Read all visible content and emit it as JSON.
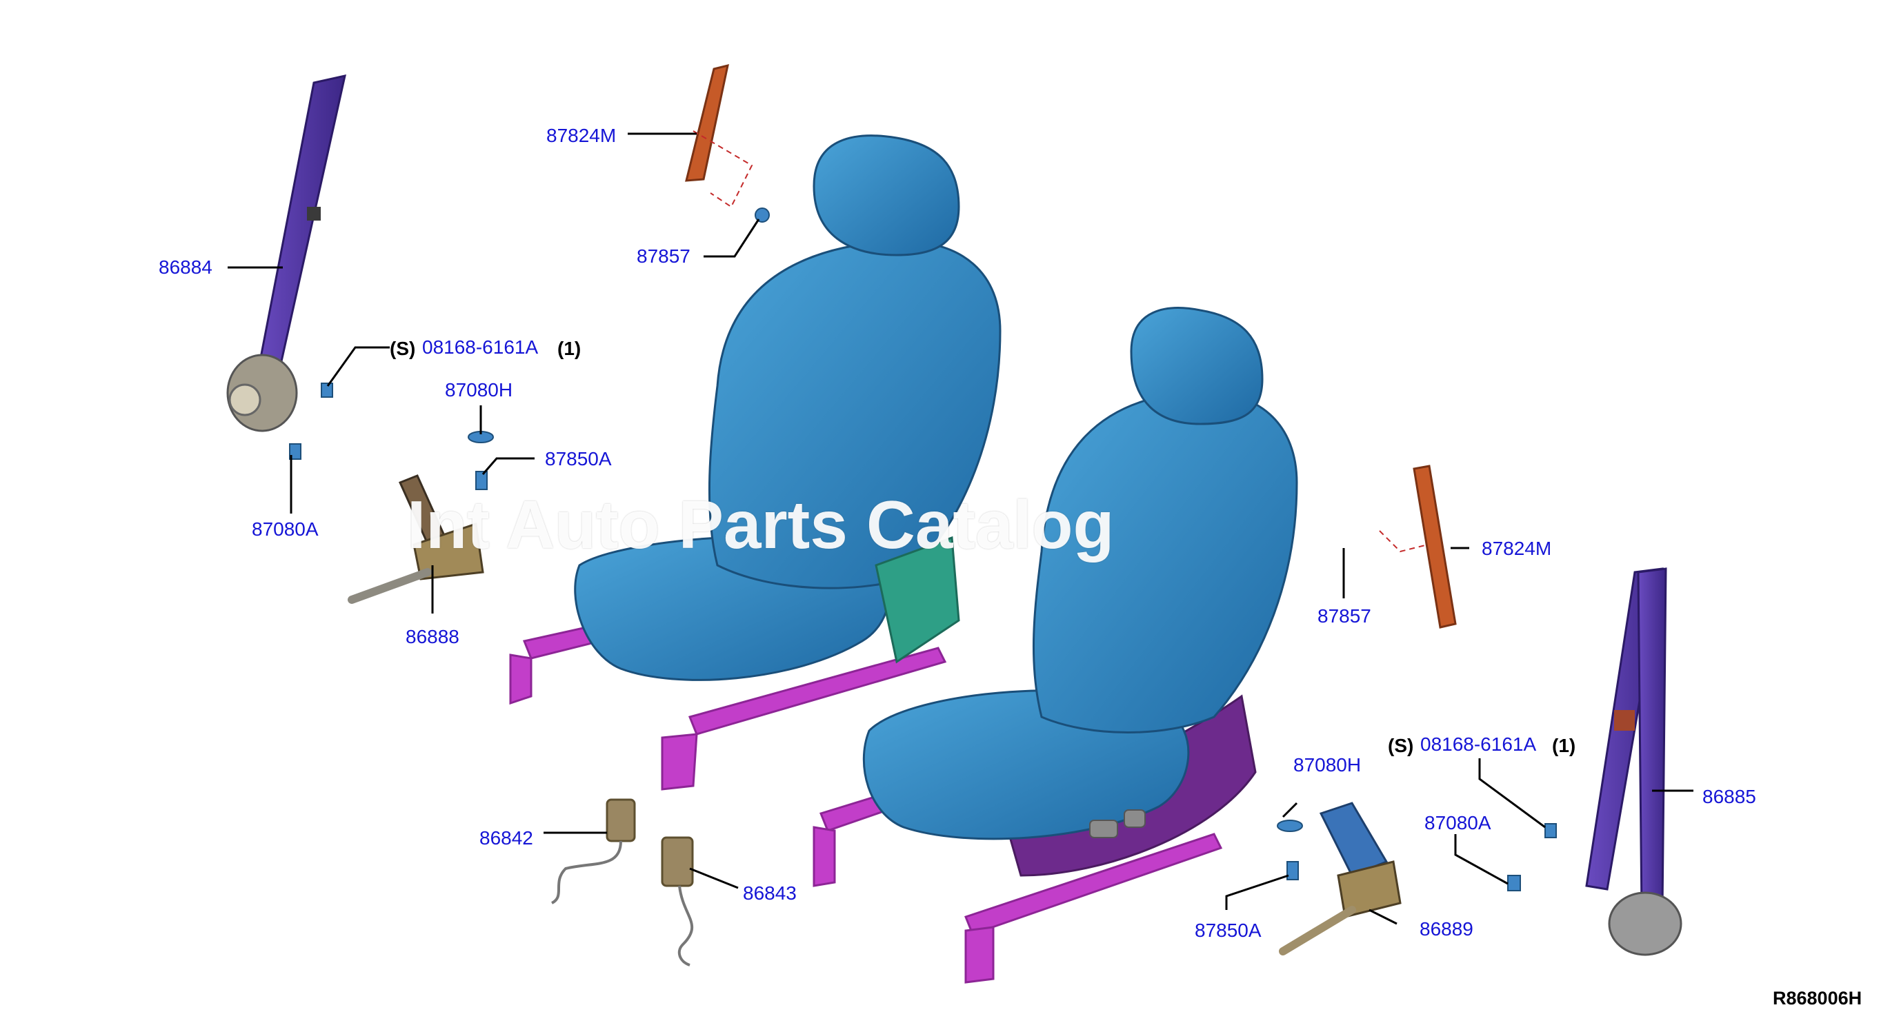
{
  "diagram": {
    "watermark": "Int Auto Parts Catalog",
    "drawing_code": "R868006H",
    "callouts": {
      "belt_front_left": "86884",
      "screw_left_prefix": "(S)",
      "screw_left": "08168-6161A",
      "screw_left_qty": "(1)",
      "cover_left": "87080H",
      "bolt_left": "87850A",
      "bolt_left_lower": "87080A",
      "buckle_anchor_left": "86888",
      "harness_top": "87824M",
      "clip_top": "87857",
      "clip_right": "87857",
      "harness_right": "87824M",
      "screw_right_prefix": "(S)",
      "screw_right": "08168-6161A",
      "screw_right_qty": "(1)",
      "cover_right": "87080H",
      "bolt_right_upper": "87080A",
      "bolt_right": "87850A",
      "buckle_anchor_right": "86889",
      "belt_front_right": "86885",
      "buckle_left": "86842",
      "buckle_right": "86843"
    },
    "colors": {
      "seat": "#2f86c2",
      "seat_dark": "#1d5f93",
      "rail": "#c23ec9",
      "belt": "#5a3aa8",
      "side_panel": "#6d2a8c",
      "anchor": "#9a8762",
      "label": "#1515d6"
    }
  }
}
